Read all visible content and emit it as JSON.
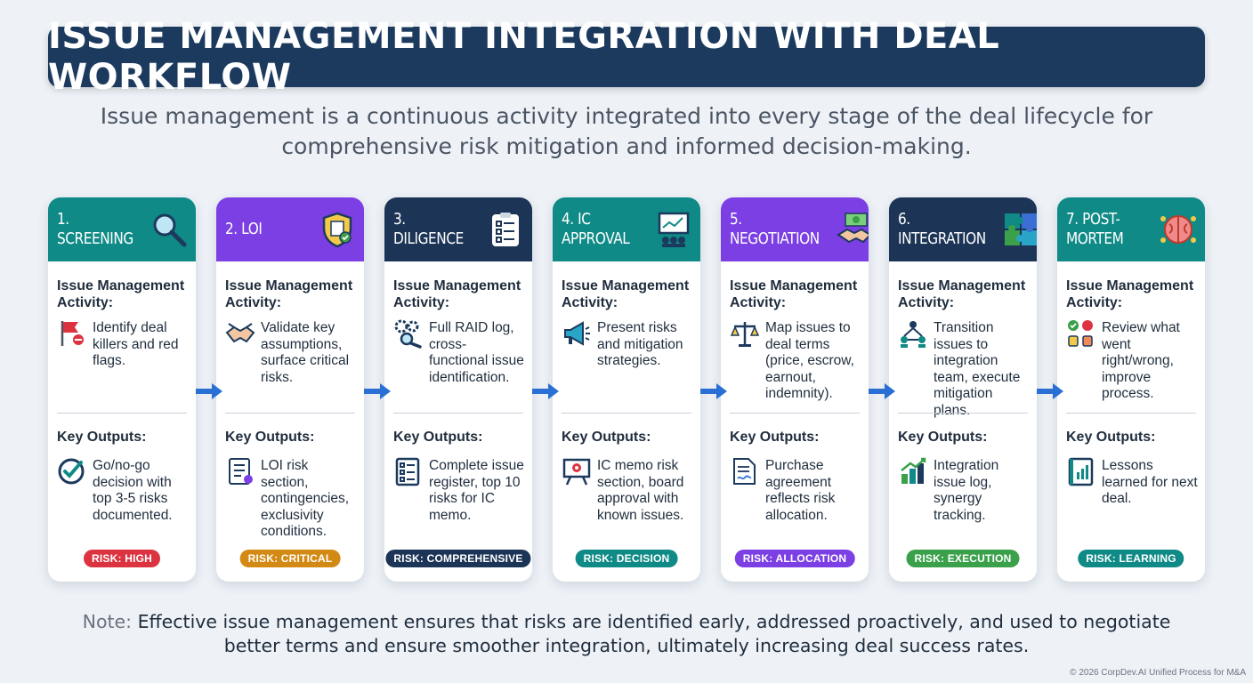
{
  "title": "ISSUE MANAGEMENT INTEGRATION WITH DEAL WORKFLOW",
  "subtitle": "Issue management is a continuous activity integrated into every stage of the deal lifecycle for comprehensive risk mitigation and informed decision-making.",
  "labels": {
    "activity": "Issue Management Activity:",
    "outputs": "Key Outputs:"
  },
  "stages": [
    {
      "title": "1. SCREENING",
      "color": "#0f8a86",
      "head_icon": "magnifier-icon",
      "activity_icon": "red-flag-icon",
      "activity": "Identify deal killers and red flags.",
      "output_icon": "check-circle-icon",
      "output": "Go/no-go decision with top 3-5 risks documented.",
      "badge": "RISK: HIGH",
      "badge_color": "#dc3340"
    },
    {
      "title": "2. LOI",
      "color": "#7b3fe4",
      "head_icon": "shield-document-icon",
      "activity_icon": "handshake-icon",
      "activity": "Validate key assumptions, surface critical risks.",
      "output_icon": "document-list-icon",
      "output": "LOI risk section, contingencies, exclusivity conditions.",
      "badge": "RISK: CRITICAL",
      "badge_color": "#d38a14"
    },
    {
      "title": "3. DILIGENCE",
      "color": "#1c3556",
      "head_icon": "clipboard-checklist-icon",
      "activity_icon": "gears-magnifier-icon",
      "activity": "Full RAID log, cross-functional issue identification.",
      "output_icon": "checklist-icon",
      "output": "Complete issue register, top 10 risks for IC memo.",
      "badge": "RISK: COMPREHENSIVE",
      "badge_color": "#1c3556"
    },
    {
      "title": "4. IC APPROVAL",
      "color": "#0f8a86",
      "head_icon": "presentation-board-icon",
      "activity_icon": "megaphone-icon",
      "activity": "Present risks and mitigation strategies.",
      "output_icon": "presentation-icon",
      "output": "IC memo risk section, board approval with known issues.",
      "badge": "RISK: DECISION",
      "badge_color": "#0f8a86"
    },
    {
      "title": "5. NEGOTIATION",
      "color": "#7b3fe4",
      "head_icon": "money-handshake-icon",
      "activity_icon": "scales-icon",
      "activity": "Map issues to deal terms (price, escrow, earnout, indemnity).",
      "output_icon": "contract-icon",
      "output": "Purchase agreement reflects risk allocation.",
      "badge": "RISK: ALLOCATION",
      "badge_color": "#7b3fe4"
    },
    {
      "title": "6. INTEGRATION",
      "color": "#1c3556",
      "head_icon": "puzzle-icon",
      "activity_icon": "team-network-icon",
      "activity": "Transition issues to integration team, execute mitigation plans.",
      "output_icon": "growth-chart-icon",
      "output": "Integration issue log, synergy tracking.",
      "badge": "RISK: EXECUTION",
      "badge_color": "#3aa04a"
    },
    {
      "title": "7. POST-MORTEM",
      "color": "#0f8a86",
      "head_icon": "brain-gear-icon",
      "activity_icon": "thumbs-feedback-icon",
      "activity": "Review what went right/wrong, improve process.",
      "output_icon": "book-chart-icon",
      "output": "Lessons learned for next deal.",
      "badge": "RISK: LEARNING",
      "badge_color": "#0f8a86"
    }
  ],
  "note_label": "Note:",
  "note": "Effective issue management ensures that risks are identified early, addressed proactively, and used to negotiate better terms and ensure smoother integration, ultimately increasing deal success rates.",
  "footer": "© 2026 CorpDev.AI Unified Process for M&A"
}
